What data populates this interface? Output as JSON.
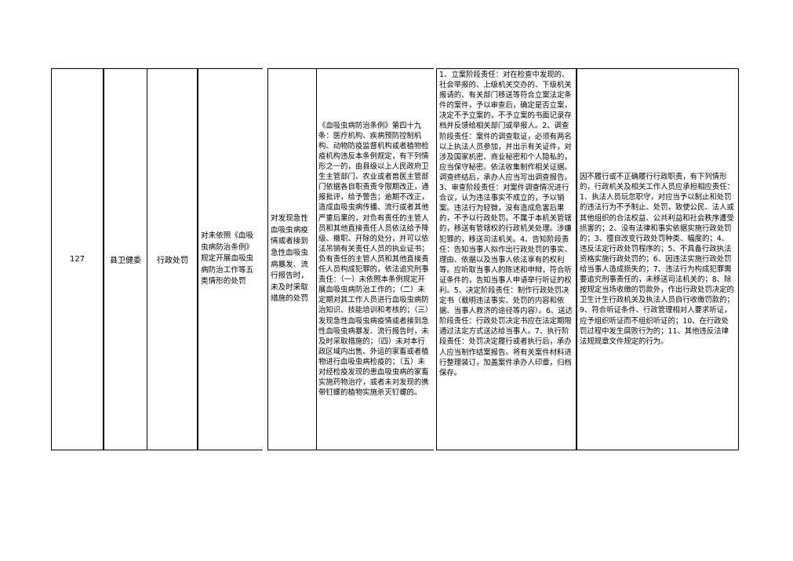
{
  "row": {
    "number": "127",
    "department": "县卫健委",
    "category": "行政处罚",
    "item_name": "对未依照《血吸虫病防治条例》规定开展血吸虫病防治工作等五类情形的处罚",
    "subitem": "对发现急性血吸虫病疫情或者接到急性血吸虫病暴发、流行报告时，未及时采取措施的处罚",
    "basis": "《血吸虫病防治条例》第四十九条：医疗机构、疾病预防控制机构、动物防疫监督机构或者植物检疫机构违反本条例规定，有下列情形之一的，由县级以上人民政府卫生主管部门、农业或者兽医主管部门依据各自职责责令限期改正，通报批评，给予警告；逾期不改正，造成血吸虫病传播、流行或者其他严重后果的，对负有责任的主管人员和其他直接责任人员依法给予降级、撤职、开除的处分，并可以依法吊销有关责任人员的执业证书；负有责任的主管人员和其他直接责任人员构成犯罪的，依法追究刑事责任：（一）未依照本条例规定开展血吸虫病防治工作的；（二）未定期对其工作人员进行血吸虫病防治知识、技能培训和考核的；（三）发现急性血吸虫病疫情或者接到急性血吸虫病暴发、流行报告时，未及时采取措施的；（四）未对本行政区域内出售、外运的家畜或者植物进行血吸虫病检疫的；（五）未对经检疫发现的患血吸虫病的家畜实施药物治疗，或者未对发现的携带钉螺的植物实施杀灭钉螺的。",
    "responsibilities": "1、立案阶段责任：对在检查中发现的、社会举报的、上级机关交办的、下级机关报请的、有关部门移送等符合立案法定条件的案件，予以审查后，确定是否立案，决定不予立案的，不予立案的书面记录存档并反馈给相关部门或举报人。2、调查阶段责任：案件的调查取证，必须有两名以上执法人员参加，并出示有关证件，对涉及国家机密、商业秘密和个人隐私的，应当保守秘密。依法收集制作相关证据。调查终结后，承办人应当写出调查报告。3、审查阶段责任：对案件调查情况进行合议，认为违法事实不成立的，予以销案。违法行为轻微，没有造成危害后果的，不予以行政处罚。不属于本机关管辖的，移送有管辖权的行政机关处理。涉嫌犯罪的，移送司法机关。4、告知阶段责任：告知当事人拟作出行政处罚的事实、理由、依据以及当事人依法享有的权利等。应听取当事人的陈述和申辩，符合听证条件的，告知当事人申请举行听证的权利。5、决定阶段责任：制作行政处罚决定书（载明违法事实、处罚的内容和依据、当事人救济的途径等内容）。6、送达阶段责任：行政处罚决定书应在法定期限通过法定方式送达给当事人。7、执行阶段责任：处罚决定履行或者执行后，承办人应当制作结案报告。将有关案件材料进行整理装订，加盖案件承办人印章，归档保存。",
    "accountability": "因不履行或不正确履行行政职责，有下列情形的，行政机关及相关工作人员应承担相应责任：1、执法人员玩忽职守，对应当予以制止和处罚的违法行为不予制止、处罚，致使公民、法人或其他组织的合法权益、公共利益和社会秩序遭受损害的；2、没有法律和事实依据实施行政处罚的；3、擅自改变行政处罚种类、幅度的；4、违反法定行政处罚程序的；5、不具备行政执法资格实施行政处罚的；6、因违法实施行政处罚给当事人造成损失的；7、违法行为构成犯罪需要追究刑事责任的，未移送司法机关的；8、除按规定当场收缴的罚款外，作出行政处罚决定的卫生计生行政机关及执法人员自行收缴罚款的；9、符合听证条件、行政管理相对人要求听证，应予组织听证而不组织听证的；10、在行政处罚过程中发生腐败行为的；11、其他违反法律法规规章文件规定的行为。"
  }
}
